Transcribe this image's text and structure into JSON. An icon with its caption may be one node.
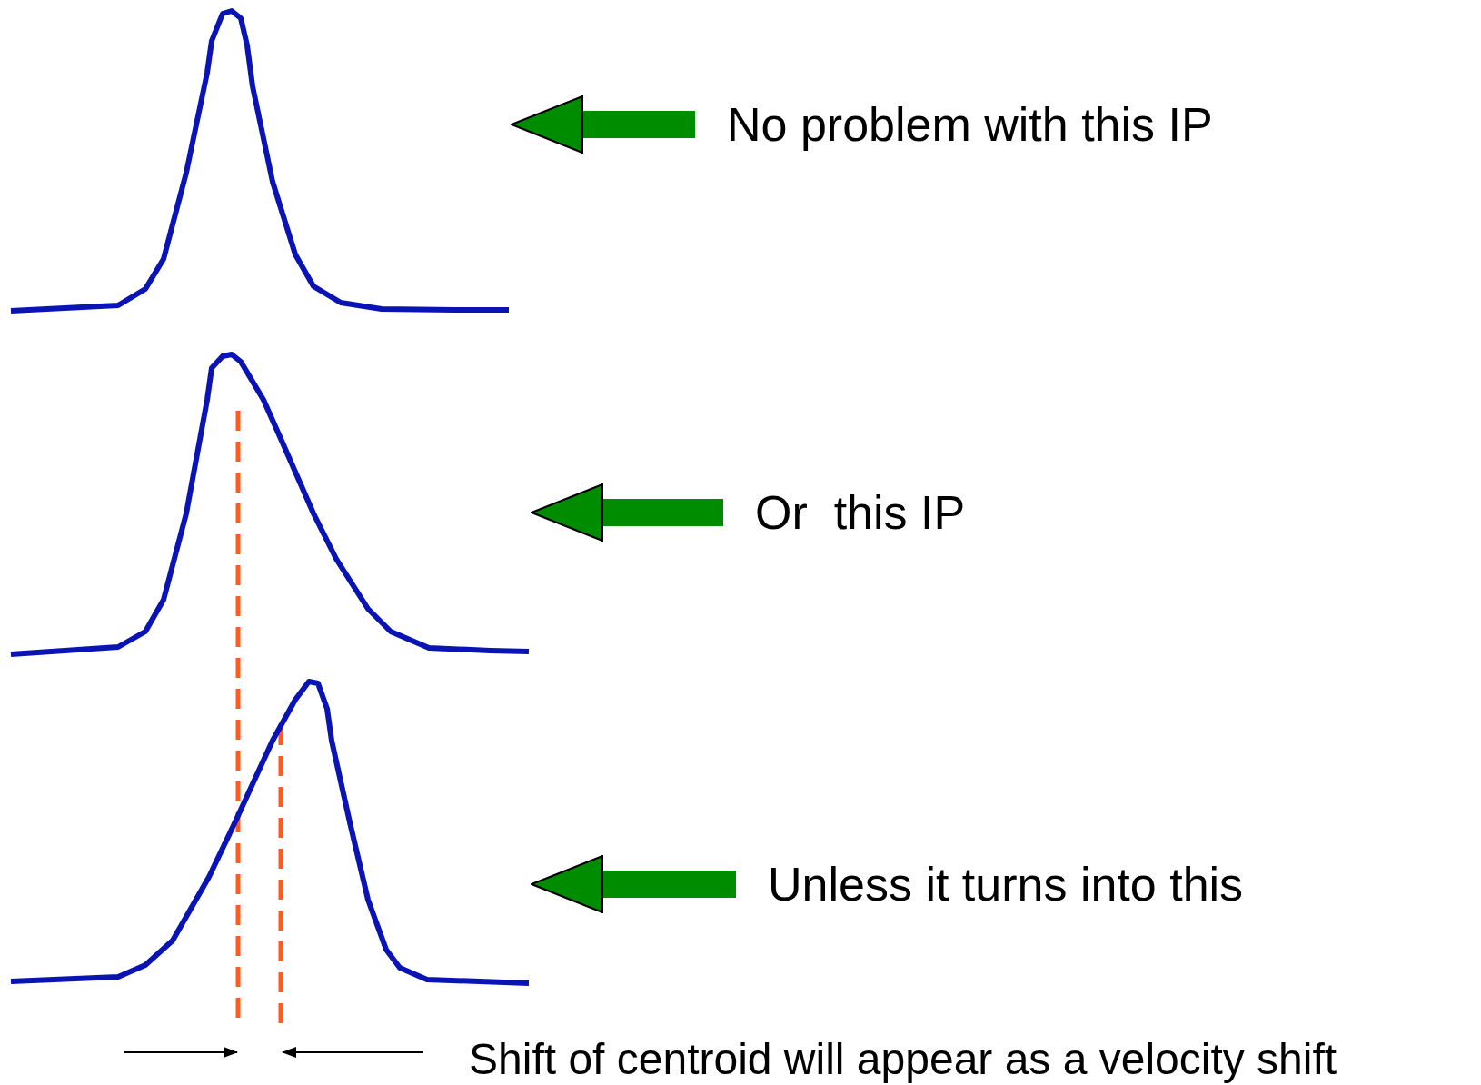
{
  "diagram": {
    "nodes": [
      {
        "text": [],
        "shape": "picture"
      },
      {
        "text": [
          "No problem with this IP"
        ]
      },
      {
        "text": [],
        "shape": "picture"
      },
      {
        "text": [
          "Or  this IP"
        ]
      },
      {
        "text": [],
        "shape": "picture"
      },
      {
        "text": [
          "Unless it turns into this"
        ]
      }
    ],
    "edges": [
      {
        "from": 1,
        "to": 0,
        "arrow": "to"
      },
      {
        "from": 3,
        "to": 2,
        "arrow": "to"
      },
      {
        "from": 5,
        "to": 4,
        "arrow": "to"
      }
    ],
    "labels": [
      "Shift of centroid will appear as a velocity shift"
    ]
  }
}
